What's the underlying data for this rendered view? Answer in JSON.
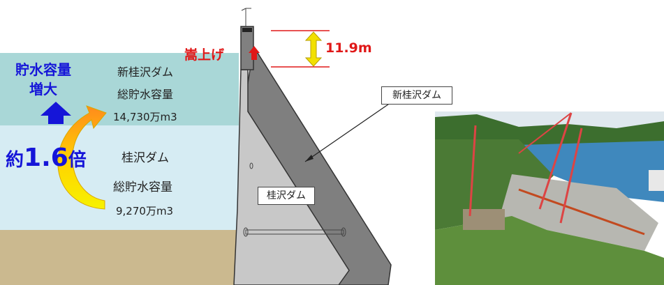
{
  "left_panel": {
    "capacity_increase_line1": "貯水容量",
    "capacity_increase_line2": "増大",
    "ratio_prefix": "約",
    "ratio_value": "1.6",
    "ratio_suffix": "倍"
  },
  "new_dam": {
    "name": "新桂沢ダム",
    "capacity_label": "総貯水容量",
    "capacity_value": "14,730万m3"
  },
  "old_dam": {
    "name": "桂沢ダム",
    "capacity_label": "総貯水容量",
    "capacity_value": "9,270万m3"
  },
  "raise": {
    "label": "嵩上げ",
    "height": "11.9m"
  },
  "callouts": {
    "new_dam_label": "新桂沢ダム",
    "old_dam_label": "桂沢ダム"
  },
  "colors": {
    "upper_water": "#a9d7d7",
    "lower_water": "#d6ecf3",
    "ground": "#cbb98f",
    "accent_blue": "#1515d8",
    "accent_red": "#e01818",
    "arrow_yellow": "#f2e000"
  },
  "photo": {
    "subject": "dam-construction-photo"
  }
}
